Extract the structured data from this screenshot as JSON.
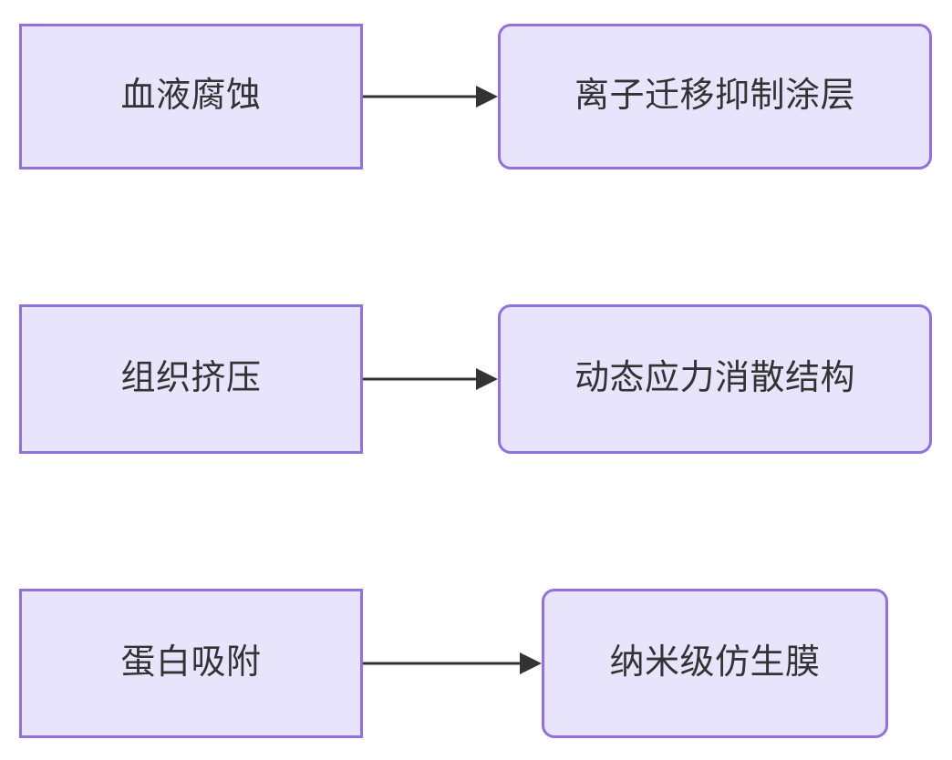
{
  "diagram": {
    "type": "flowchart",
    "direction": "left-to-right",
    "background_color": "#ffffff",
    "node_fill_color": "#e8e4fb",
    "node_border_color": "#9370e0",
    "node_text_color": "#333333",
    "edge_color": "#333333",
    "nodes": [
      {
        "id": "n1",
        "label": "血液腐蚀",
        "shape": "rectangle",
        "column": "left",
        "row": 1
      },
      {
        "id": "n2",
        "label": "离子迁移抑制涂层",
        "shape": "rounded-rectangle",
        "column": "right",
        "row": 1
      },
      {
        "id": "n3",
        "label": "组织挤压",
        "shape": "rectangle",
        "column": "left",
        "row": 2
      },
      {
        "id": "n4",
        "label": "动态应力消散结构",
        "shape": "rounded-rectangle",
        "column": "right",
        "row": 2
      },
      {
        "id": "n5",
        "label": "蛋白吸附",
        "shape": "rectangle",
        "column": "left",
        "row": 3
      },
      {
        "id": "n6",
        "label": "纳米级仿生膜",
        "shape": "rounded-rectangle",
        "column": "right",
        "row": 3
      }
    ],
    "edges": [
      {
        "id": "e1",
        "from": "n1",
        "to": "n2",
        "label": "",
        "arrowhead": "solid-triangle"
      },
      {
        "id": "e2",
        "from": "n3",
        "to": "n4",
        "label": "",
        "arrowhead": "solid-triangle"
      },
      {
        "id": "e3",
        "from": "n5",
        "to": "n6",
        "label": "",
        "arrowhead": "solid-triangle"
      }
    ]
  }
}
